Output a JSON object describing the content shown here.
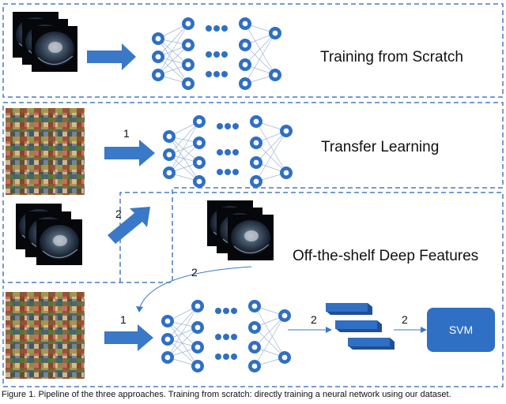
{
  "sections": {
    "scratch": {
      "title": "Training from Scratch"
    },
    "transfer": {
      "title": "Transfer Learning"
    },
    "offshelf": {
      "title": "Off-the-shelf Deep Features"
    }
  },
  "step_labels": {
    "transfer_natural": "1",
    "transfer_medical": "2",
    "offshelf_medical": "2",
    "offshelf_natural": "1",
    "to_features": "2",
    "to_svm": "2"
  },
  "classifier": {
    "label": "SVM"
  },
  "caption": "Figure 1. Pipeline of the three approaches. Training from scratch: directly training a neural network using our dataset.",
  "colors": {
    "node": "#2f6fc4",
    "arrow": "#3a78c8",
    "dash": "#4a7cc0",
    "svm_fill": "#2f6fc4"
  }
}
